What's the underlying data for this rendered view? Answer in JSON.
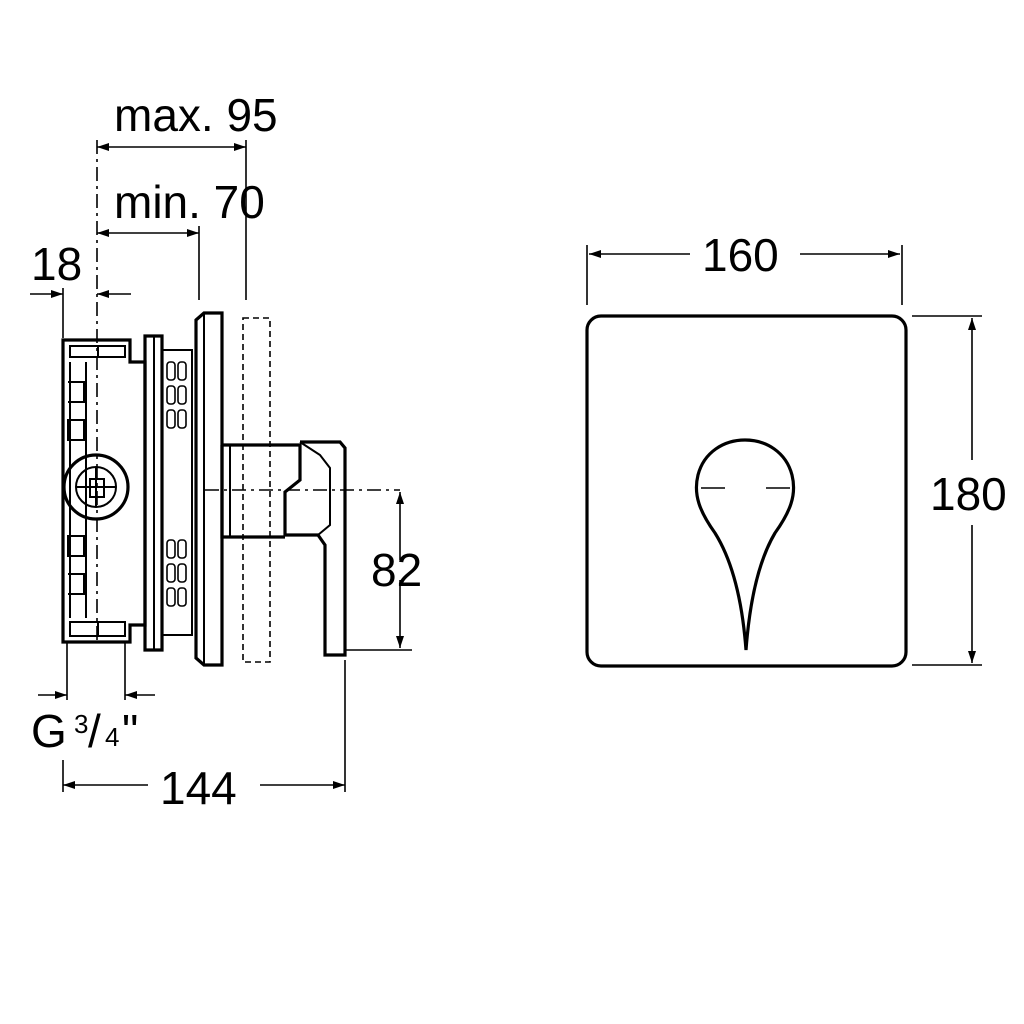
{
  "dimensions": {
    "max_depth": "max. 95",
    "min_depth": "min. 70",
    "wall_offset": "18",
    "thread_size_main": "G",
    "thread_size_num": "3",
    "thread_size_den": "4",
    "thread_size_unit": "\"",
    "total_depth": "144",
    "handle_height": "82",
    "plate_width": "160",
    "plate_height": "180"
  },
  "colors": {
    "line": "#000000",
    "background": "#ffffff"
  }
}
